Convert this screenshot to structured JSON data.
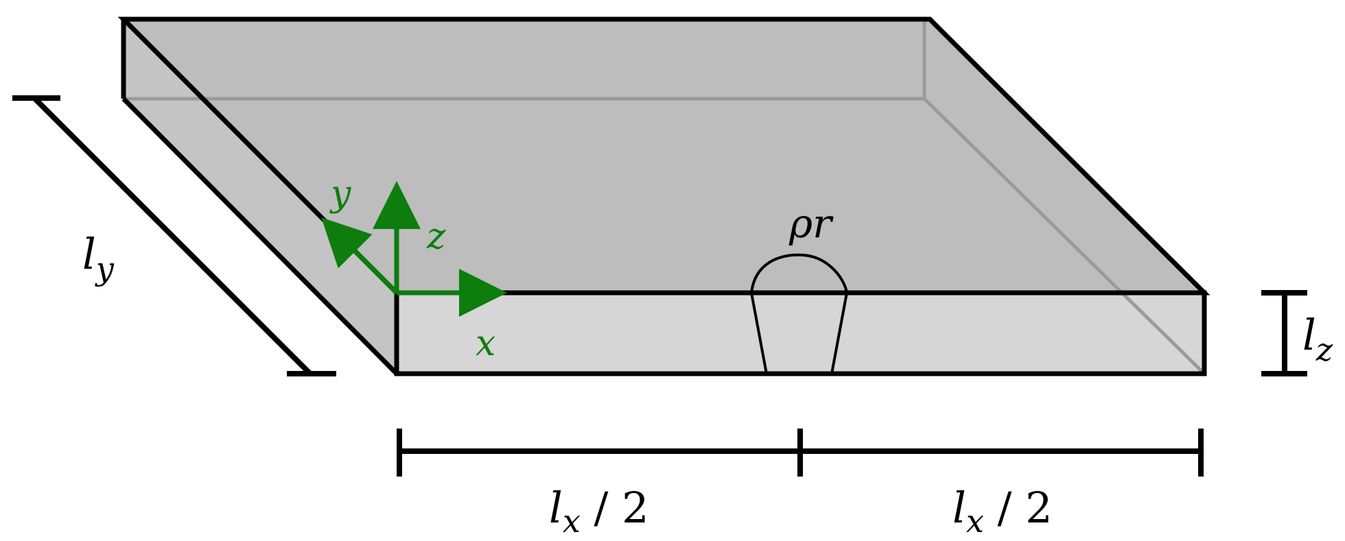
{
  "colors": {
    "top_face": "#bdbdbd",
    "left_face": "#c4c4c4",
    "front_face": "#d6d6d6",
    "edge": "#000000",
    "hidden_edge": "#9a9a9a",
    "axis": "#0d7d0d"
  },
  "labels": {
    "ly": {
      "base": "l",
      "sub": "y"
    },
    "lz": {
      "base": "l",
      "sub": "z"
    },
    "lx_left": {
      "base": "l",
      "sub": "x",
      "tail": " / 2"
    },
    "lx_right": {
      "base": "l",
      "sub": "x",
      "tail": " / 2"
    },
    "rho_r": "ρr"
  },
  "axes": {
    "x": "x",
    "y": "y",
    "z": "z"
  }
}
